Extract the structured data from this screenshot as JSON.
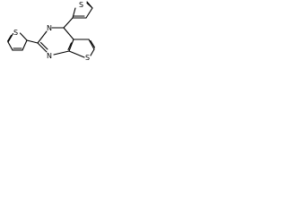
{
  "structure": {
    "atoms": {
      "s_left": "S",
      "n_top": "N",
      "n_bottom": "N",
      "s_top_right": "S",
      "s_right": "S"
    }
  },
  "colors": {
    "bond": "#000000",
    "background": "#ffffff"
  }
}
